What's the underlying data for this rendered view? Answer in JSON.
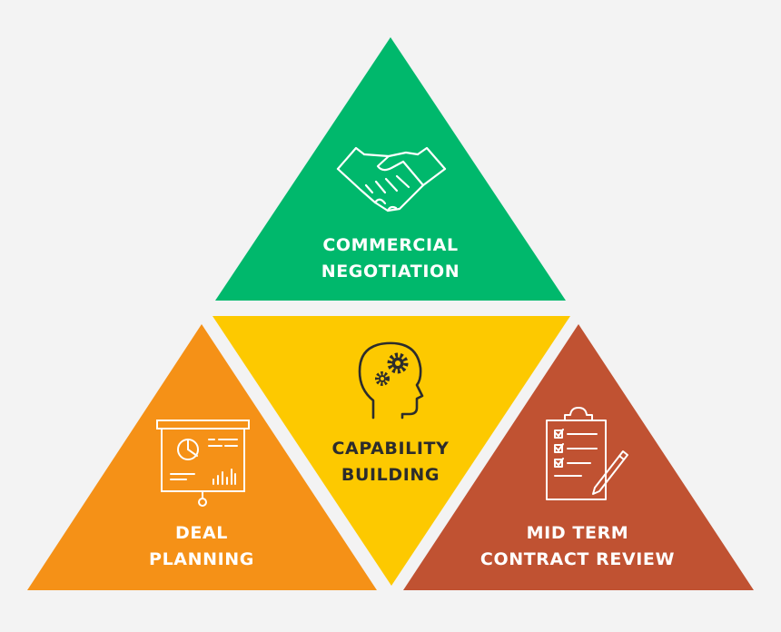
{
  "diagram": {
    "background": "#f3f3f3",
    "segments": [
      {
        "id": "top",
        "color": "#00b86c",
        "icon": "handshake-icon",
        "lines": [
          "COMMERCIAL",
          "NEGOTIATION"
        ]
      },
      {
        "id": "center",
        "color": "#fdc900",
        "icon": "head-gears-icon",
        "lines": [
          "CAPABILITY",
          "BUILDING"
        ]
      },
      {
        "id": "left",
        "color": "#f59117",
        "icon": "presentation-board-icon",
        "lines": [
          "DEAL",
          "PLANNING"
        ]
      },
      {
        "id": "right",
        "color": "#c05232",
        "icon": "clipboard-checklist-icon",
        "lines": [
          "MID TERM",
          "CONTRACT REVIEW"
        ]
      }
    ]
  }
}
